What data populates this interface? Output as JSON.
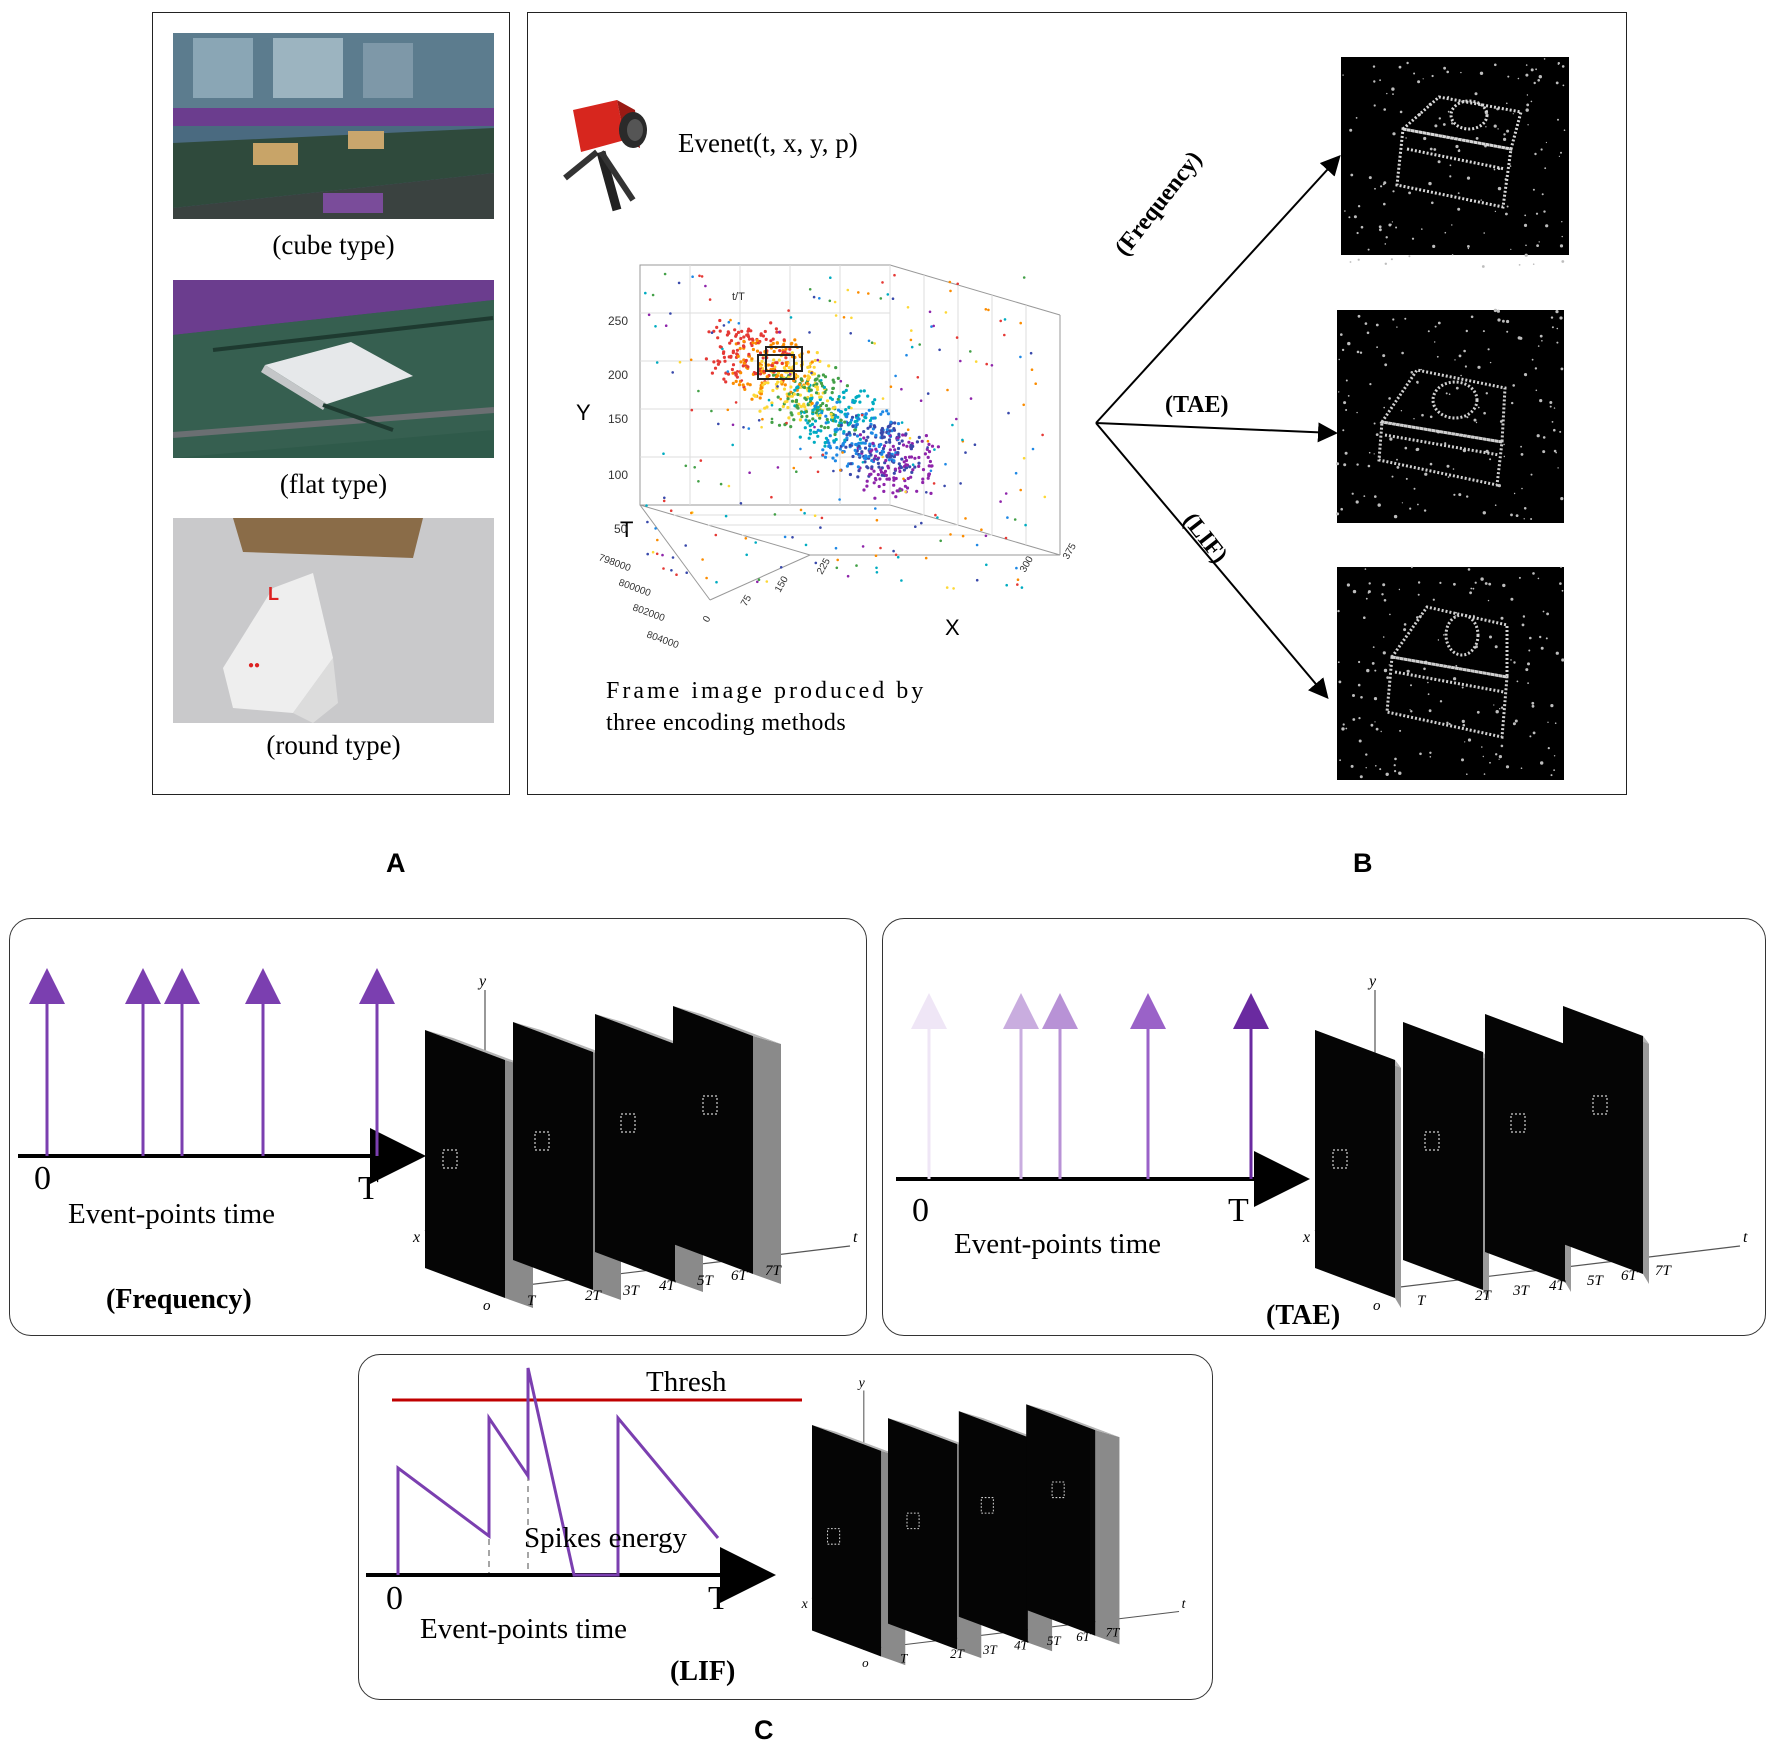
{
  "panel_a": {
    "letter": "A",
    "captions": [
      "(cube type)",
      "(flat type)",
      "(round type)"
    ]
  },
  "panel_b": {
    "letter": "B",
    "event_label": "Evenet(t, x, y, p)",
    "frame_caption_line1": "Frame image produced by",
    "frame_caption_line2": "three encoding methods",
    "axis_y": "Y",
    "axis_t": "T",
    "axis_x": "X",
    "y_ticks": [
      "250",
      "200",
      "150",
      "100",
      "50"
    ],
    "t_ticks": [
      "798000",
      "800000",
      "802000",
      "804000"
    ],
    "x_ticks": [
      "0",
      "75",
      "150",
      "225",
      "300",
      "375"
    ],
    "z_corner_label": "t/T",
    "methods": [
      "(Frequency)",
      "(TAE)",
      "(LIF)"
    ]
  },
  "panel_c": {
    "letter": "C",
    "event_points_label": "Event-points time",
    "zero": "0",
    "T": "T",
    "frequency_label": "(Frequency)",
    "tae_label": "(TAE)",
    "lif_label": "(LIF)",
    "thresh_label": "Thresh",
    "spikes_label": "Spikes energy",
    "ts_ticks": [
      "o",
      "T",
      "2T",
      "3T",
      "4T",
      "5T",
      "6T",
      "7T"
    ],
    "axis_x": "x",
    "axis_y": "y",
    "axis_t": "t"
  },
  "colors": {
    "purple": "#7b3fb0",
    "thresh_red": "#c00000",
    "frame_black": "#050505",
    "slab_gray": "#8a8a8a"
  }
}
